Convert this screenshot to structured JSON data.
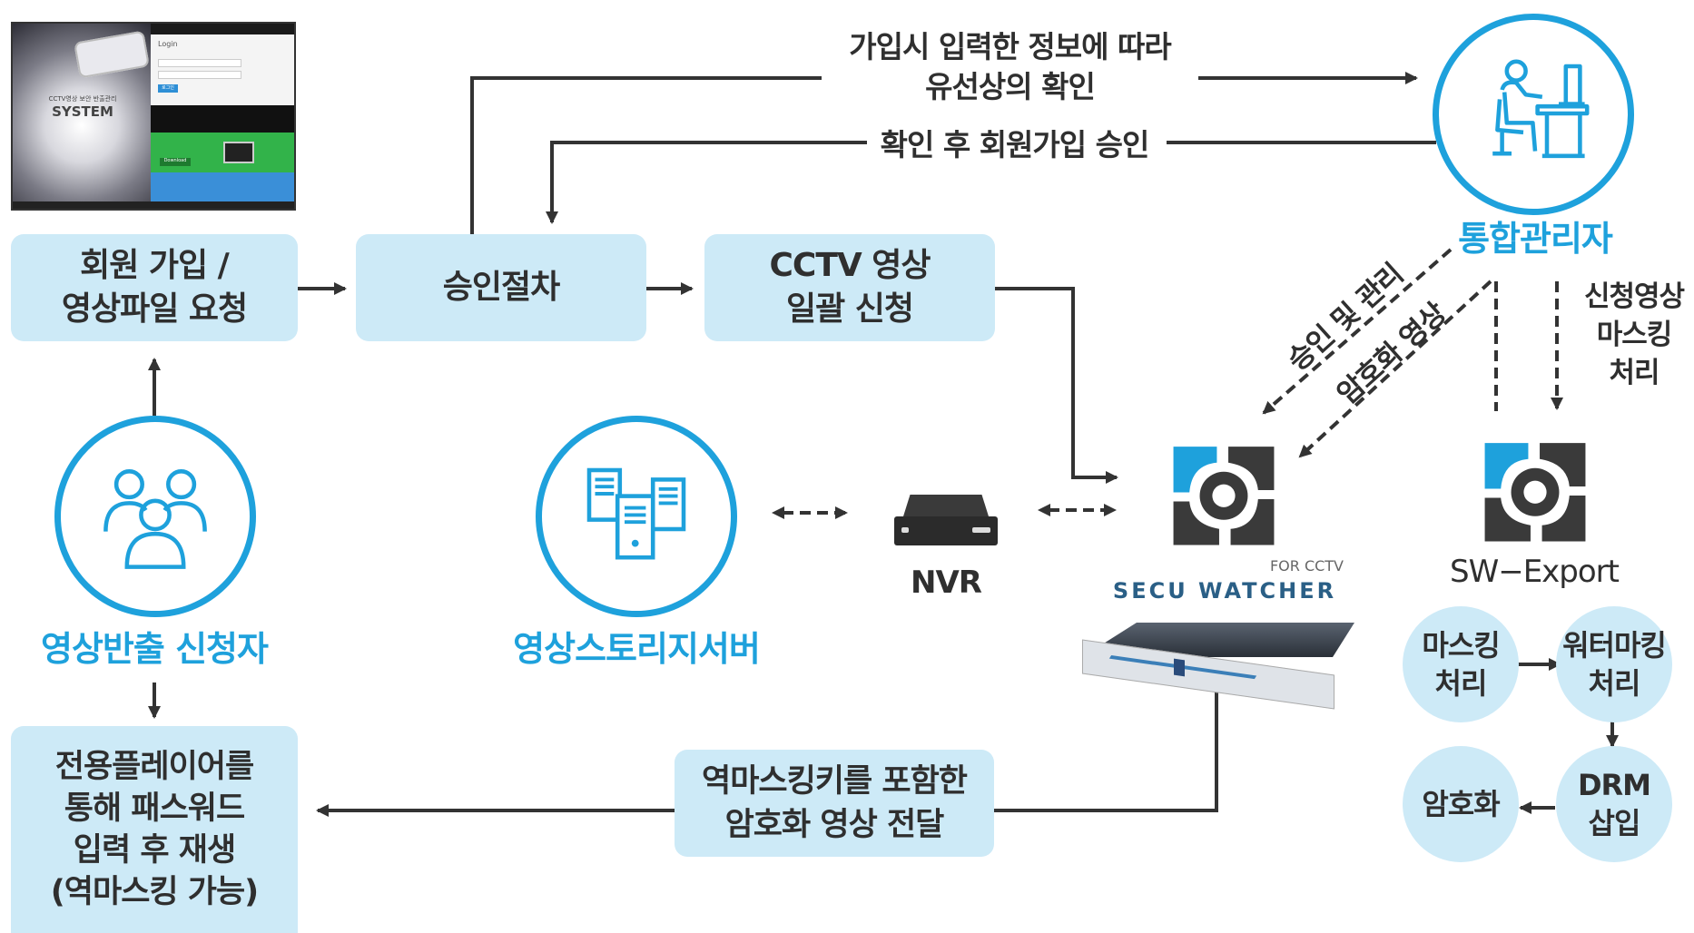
{
  "screenshot": {
    "login_title": "Login",
    "brand_line1": "CCTV영상 보안 반출관리",
    "brand_line2": "SYSTEM",
    "login_button": "로그인",
    "download_button": "Download"
  },
  "boxes": {
    "signup": "회원 가입 /\n영상파일 요청",
    "approval": "승인절차",
    "cctv_request": "CCTV 영상\n일괄 신청",
    "player": "전용플레이어를\n통해 패스워드\n입력 후 재생\n(역마스킹 가능)",
    "encrypted_delivery": "역마스킹키를 포함한\n암호화 영상 전달"
  },
  "flow_labels": {
    "verify": "가입시 입력한 정보에 따라\n유선상의 확인",
    "approve": "확인 후 회원가입 승인",
    "manage": "승인 및 관리",
    "encrypted_video": "암호화 영상",
    "mask_request": "신청영상\n마스킹\n처리"
  },
  "nodes": {
    "admin": "통합관리자",
    "requester": "영상반출 신청자",
    "storage": "영상스토리지서버",
    "nvr": "NVR",
    "secu_for": "FOR CCTV",
    "secu_name": "SECU WATCHER",
    "sw_export": "SW−Export"
  },
  "process": {
    "masking": "마스킹\n처리",
    "watermark": "워터마킹\n처리",
    "drm": "DRM\n삽입",
    "encrypt": "암호화"
  },
  "colors": {
    "accent": "#1ea1dc",
    "box_fill": "#cdeaf7",
    "line": "#333333"
  }
}
